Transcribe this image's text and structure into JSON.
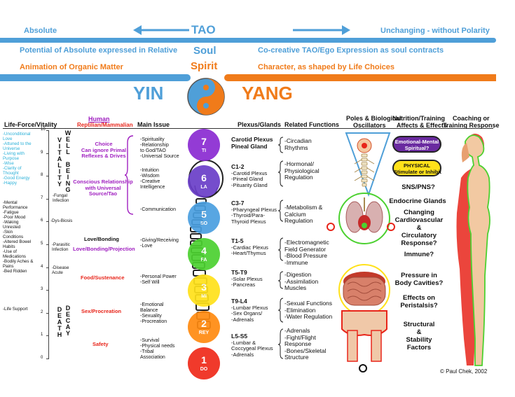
{
  "top": {
    "tao": "TAO",
    "absolute": "Absolute",
    "unchanging": "Unchanging - without Polarity",
    "soul": "Soul",
    "soul_left": "Potential of Absolute expressed in Relative",
    "soul_right": "Co-creative TAO/Ego Expression as soul contracts",
    "spirit": "Spirit",
    "spirit_left": "Animation of Organic Matter",
    "spirit_right": "Character, as shaped by Life Choices",
    "yin": "YIN",
    "yang": "YANG"
  },
  "headers": {
    "life_force": "Life-Force/Vitality",
    "human": "Human",
    "reptilian": "Reptilian/Mammalian",
    "main_issue": "Main Issue",
    "plexus": "Plexus/Glands",
    "related": "Related Functions",
    "poles": "Poles & Biological",
    "oscillators": "Oscillators",
    "nutrition": "Nutrition/Training",
    "affects": "Affects & Effects",
    "coaching": "Coaching or",
    "training": "Training Response"
  },
  "scale": [
    "10",
    "9",
    "8",
    "7",
    "6",
    "5",
    "4",
    "3",
    "2",
    "1",
    "0"
  ],
  "vitality_left": [
    "-Unconditional",
    "Love",
    "-Attuned to the",
    "Universe",
    "-Living with",
    "Purpose",
    "-Wise",
    "-Clarity of",
    "Thought",
    "-Good Energy",
    "-Happy"
  ],
  "vitality_left2": [
    "-Mental",
    "Performance",
    "-Fatigue",
    "-Poor Mood",
    "-Waking",
    "Unrested",
    "-Skin",
    "Conditions",
    "-Altered Bowel",
    "Habits",
    "-Use of",
    "Medications",
    "-Bodily Aches &",
    "Pains",
    "-Bed Ridden"
  ],
  "life_support": "-Life Support",
  "well_being": [
    "W",
    "E",
    "L",
    "L",
    "",
    "B",
    "E",
    "I",
    "N",
    "G"
  ],
  "vitality_word": [
    "V",
    "I",
    "T",
    "A",
    "L",
    "I",
    "T",
    "Y"
  ],
  "death": [
    "D",
    "E",
    "A",
    "T",
    "H"
  ],
  "decay": [
    "D",
    "E",
    "C",
    "A",
    "Y"
  ],
  "states": {
    "fungal": "-Fungal\nInfection",
    "dysbiosis": "-Dys-Biosis",
    "parasitic": "-Parasitic\nInfection",
    "disease": "-Disease\nAcute"
  },
  "human_col": {
    "choice": "Choice\nCan ignore Primal\nReflexes & Drives",
    "conscious": "Conscious Relationship\nwith Universal\nSource/Tao",
    "love_bonding": "Love/Bonding",
    "love_projection": "Love/Bonding/Projection",
    "food": "Food/Sustenance",
    "sex": "Sex/Procreation",
    "safety": "Safety"
  },
  "main_issue": {
    "c7": "-Spirituality\n-Relationship\nto God/TAO\n-Universal Source",
    "c6": "-Intuition\n-Wisdom\n-Creative\nIntelligence",
    "c5": "-Communication",
    "c4": "-Giving/Receiving\n-Love",
    "c3": "-Personal Power\n-Self Will",
    "c2": "-Emotional\nBalance\n-Sexuality\n-Procreation",
    "c1": "-Survival\n-Physical needs\n-Tribal\nAssociation"
  },
  "chakras": [
    {
      "num": "7",
      "sub": "TI",
      "color": "#8a2bd2"
    },
    {
      "num": "6",
      "sub": "LA",
      "color": "#6a3ec8"
    },
    {
      "num": "5",
      "sub": "SO",
      "color": "#4a9fe0"
    },
    {
      "num": "4",
      "sub": "FA",
      "color": "#4cd130"
    },
    {
      "num": "3",
      "sub": "MI",
      "color": "#ffe11a"
    },
    {
      "num": "2",
      "sub": "REY",
      "color": "#ff8a10"
    },
    {
      "num": "1",
      "sub": "DO",
      "color": "#ef2a1a"
    }
  ],
  "plexus": [
    {
      "title": "Carotid Plexus\nPineal Gland",
      "sub": ""
    },
    {
      "title": "C1-2",
      "sub": "-Carotid Plexus\n-Pineal Gland\n-Pituarity Gland"
    },
    {
      "title": "C3-7",
      "sub": "-Pharyngeal Plexus\n-Thyroid/Para-\nThyroid Plexus"
    },
    {
      "title": "T1-5",
      "sub": "-Cardiac Plexus\n-Heart/Thymus"
    },
    {
      "title": "T5-T9",
      "sub": "-Solar Plexus\n-Pancreas"
    },
    {
      "title": "T9-L4",
      "sub": "-Lumbar Plexus\n-Sex Organs/\n-Adrenals"
    },
    {
      "title": "L5-S5",
      "sub": "-Lumbar &\nCoccygeal Plexus\n-Adrenals"
    }
  ],
  "related": [
    "-Circadian\nRhythms",
    "-Hormonal/\nPhysiological\nRegulation",
    "-Metabolism &\nCalcium\nRegulation",
    "-Electromagnetic\nField Generator\n-Blood Pressure\n-Immune",
    "-Digestion\n-Assimilation\nMuscles",
    "-Sexual Functions\n-Elimination\n-Water Regulation",
    "-Adrenals\n-Fight/Flight\nResponse\n-Bones/Skeletal\nStructure"
  ],
  "affects": {
    "emotional": "Emotional-Mental\nSpiritual?",
    "physical": "PHYSICAL\nStimulate or Inhibit",
    "sns": "SNS/PNS?",
    "endocrine": "Endocrine Glands",
    "changing": "Changing\nCardiovascular\n&\nCirculatory\nResponse?",
    "immune": "Immune?",
    "pressure": "Pressure in\nBody Cavities?",
    "peristalsis": "Effects on\nPeristalsis?",
    "structural": "Structural\n&\nStability\nFactors"
  },
  "copyright": "© Paul Chek, 2002",
  "colors": {
    "blue": "#4f9fd8",
    "orange": "#f07b1a",
    "purple": "#a020c0",
    "red": "#e8251a",
    "cyan": "#2ab0d8"
  }
}
